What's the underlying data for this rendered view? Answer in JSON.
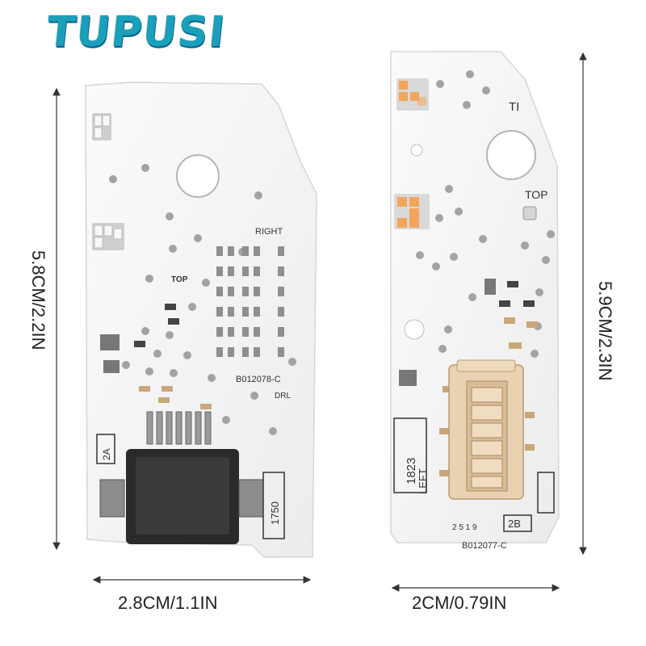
{
  "brand": {
    "logo_text": "TUPUSI",
    "logo_color": "#1aa0b8"
  },
  "colors": {
    "pcb": "#f6f6f6",
    "hole": "#9a9a9a",
    "pad": "#8c8c8c",
    "led_white": "#f2f2f2",
    "led_orange": "#f3a55c",
    "connector": "#e9d3b4",
    "silkscreen": "#333333"
  },
  "left_board": {
    "labels": {
      "right": "RIGHT",
      "top": "TOP",
      "part_number": "B012078-C",
      "drl": "DRL",
      "code_a": "2A",
      "code_b": "1750"
    }
  },
  "right_board": {
    "labels": {
      "ti": "TI",
      "top": "TOP",
      "code_a": "1823",
      "left": "LEFT",
      "pins": "2 5 1 9",
      "code_b": "2B",
      "part_number": "B012077-C"
    }
  },
  "dimensions": {
    "left_height": "5.8CM/2.2IN",
    "left_width": "2.8CM/1.1IN",
    "right_height": "5.9CM/2.3IN",
    "right_width": "2CM/0.79IN"
  }
}
